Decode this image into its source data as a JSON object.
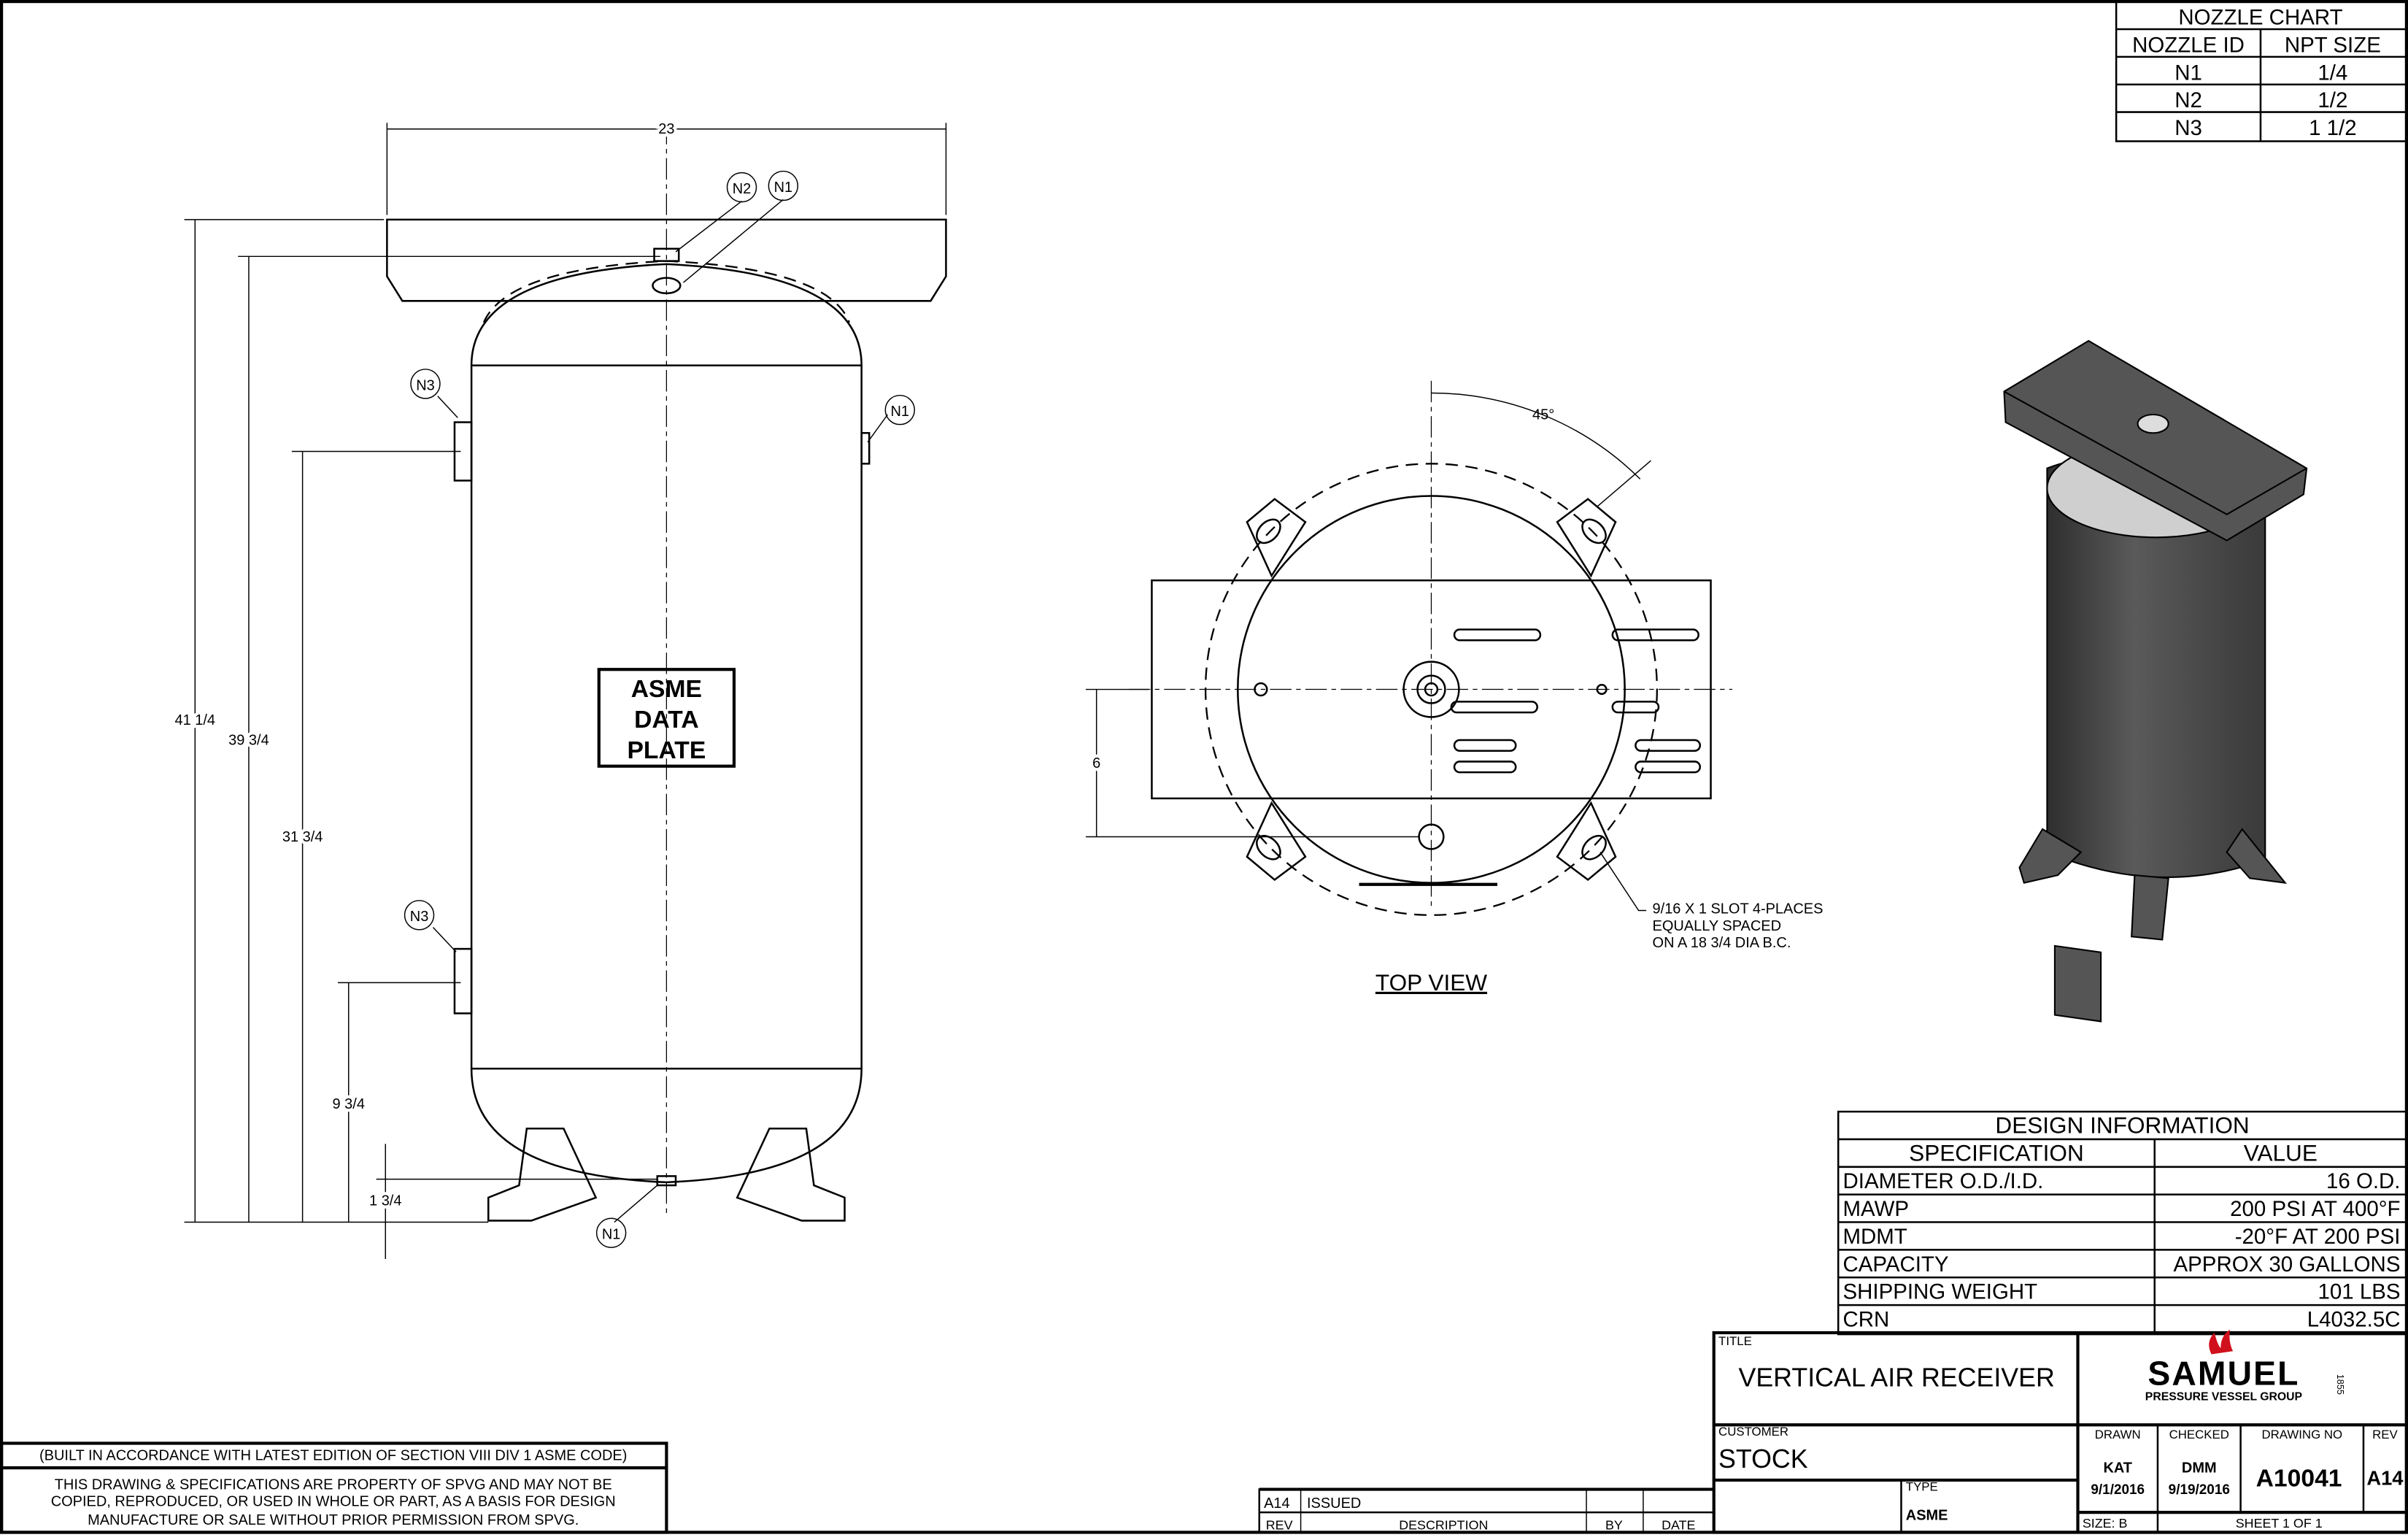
{
  "nozzle_chart": {
    "title": "NOZZLE CHART",
    "headers": [
      "NOZZLE ID",
      "NPT SIZE"
    ],
    "rows": [
      [
        "N1",
        "1/4"
      ],
      [
        "N2",
        "1/2"
      ],
      [
        "N3",
        "1 1/2"
      ]
    ]
  },
  "front_view": {
    "dims": {
      "width": "23",
      "h1": "41 1/4",
      "h2": "39 3/4",
      "h3": "31 3/4",
      "h4": "9 3/4",
      "h5": "1 3/4"
    },
    "callouts": [
      "N2",
      "N1",
      "N3",
      "N1",
      "N3",
      "N1"
    ],
    "plate": [
      "ASME",
      "DATA",
      "PLATE"
    ]
  },
  "top_view": {
    "label": "TOP VIEW",
    "angle": "45°",
    "dim": "6",
    "note": [
      "9/16 X 1 SLOT 4-PLACES",
      "EQUALLY SPACED",
      "ON A 18 3/4 DIA B.C."
    ]
  },
  "design_info": {
    "title": "DESIGN INFORMATION",
    "headers": [
      "SPECIFICATION",
      "VALUE"
    ],
    "rows": [
      [
        "DIAMETER O.D./I.D.",
        "16 O.D."
      ],
      [
        "MAWP",
        "200 PSI AT 400°F"
      ],
      [
        "MDMT",
        "-20°F AT 200 PSI"
      ],
      [
        "CAPACITY",
        "APPROX 30 GALLONS"
      ],
      [
        "SHIPPING WEIGHT",
        "101 LBS"
      ],
      [
        "CRN",
        "L4032.5C"
      ]
    ]
  },
  "title_block": {
    "title_label": "TITLE",
    "title": "VERTICAL AIR RECEIVER",
    "customer_label": "CUSTOMER",
    "customer": "STOCK",
    "type_label": "TYPE",
    "type": "ASME",
    "drawn_label": "DRAWN",
    "drawn_by": "KAT",
    "drawn_date": "9/1/2016",
    "checked_label": "CHECKED",
    "checked_by": "DMM",
    "checked_date": "9/19/2016",
    "drawing_no_label": "DRAWING NO",
    "drawing_no": "A10041",
    "rev_label": "REV",
    "rev": "A14",
    "size": "SIZE: B",
    "sheet": "SHEET 1  OF 1",
    "logo_text": "SAMUEL",
    "logo_year": "1855",
    "logo_sub": "PRESSURE VESSEL GROUP"
  },
  "revision_block": {
    "rows": [
      [
        "A14",
        "ISSUED",
        "",
        ""
      ]
    ],
    "headers": [
      "REV",
      "DESCRIPTION",
      "BY",
      "DATE"
    ]
  },
  "notes": {
    "asme": "(BUILT IN ACCORDANCE WITH LATEST EDITION OF SECTION VIII DIV 1 ASME CODE)",
    "property": [
      "THIS DRAWING & SPECIFICATIONS ARE PROPERTY OF SPVG AND MAY NOT BE",
      "COPIED, REPRODUCED, OR USED IN WHOLE OR PART, AS A BASIS FOR DESIGN",
      "MANUFACTURE OR SALE WITHOUT PRIOR PERMISSION FROM SPVG."
    ]
  },
  "colors": {
    "logo_flame": "#d0101c",
    "vessel_3d": "#4a4a4a"
  }
}
